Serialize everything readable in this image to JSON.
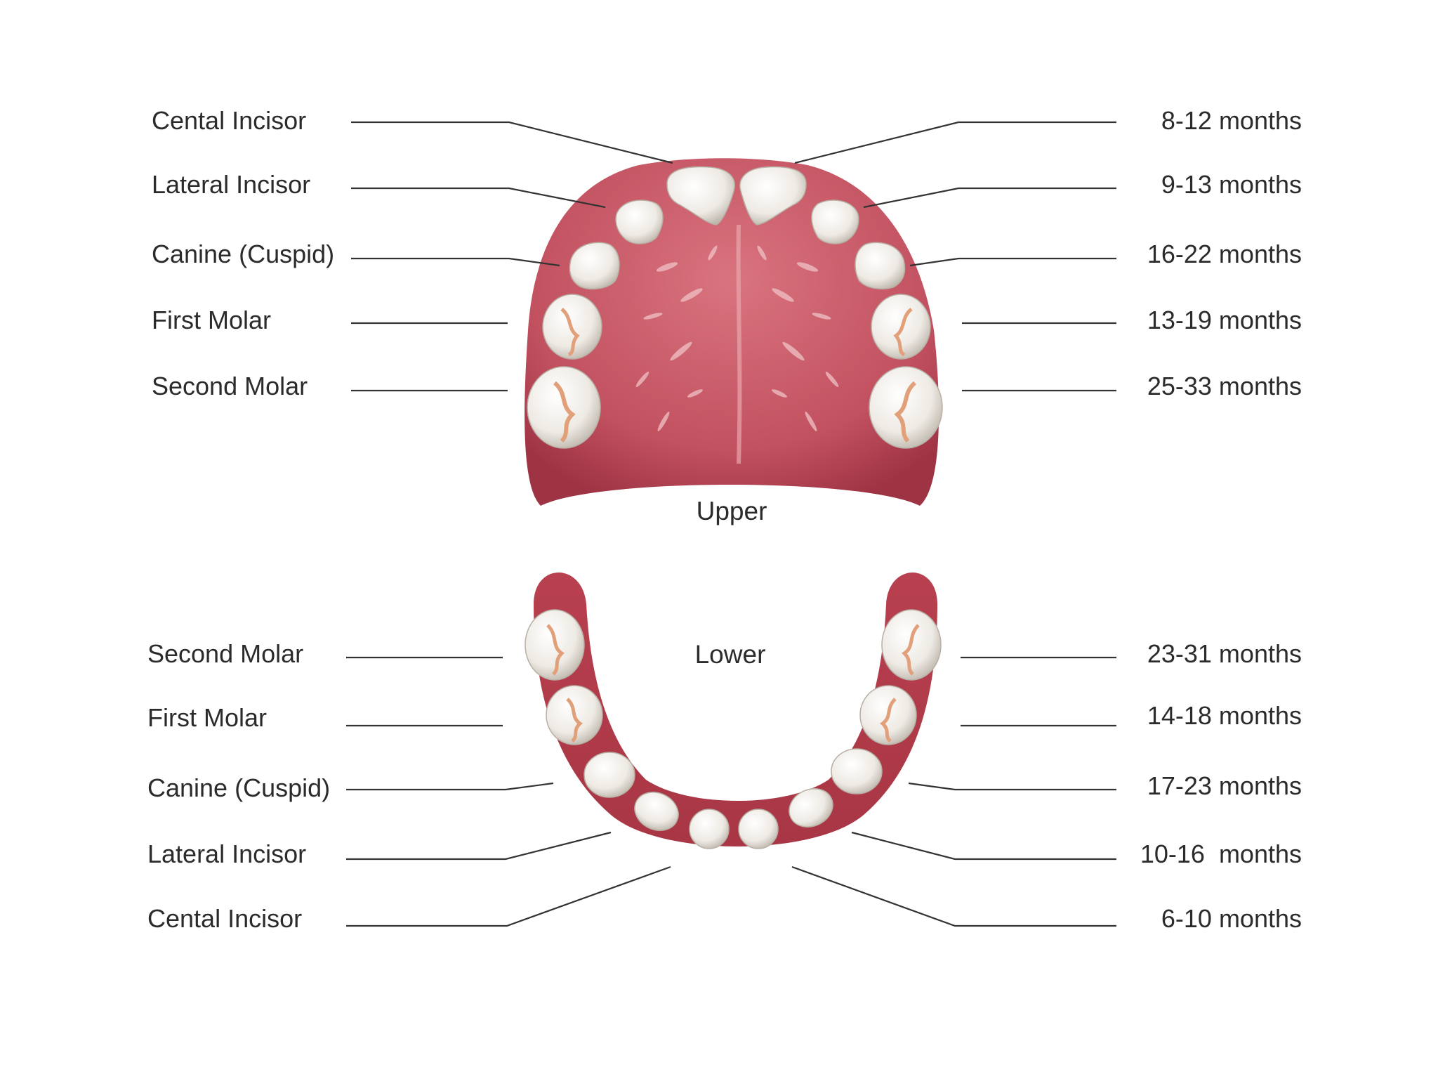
{
  "colors": {
    "gum": "#c25160",
    "gum_dark": "#9e3343",
    "gum_inner": "#d9747f",
    "tooth": "#f4f1ec",
    "tooth_shade": "#c9c3ba",
    "molar_groove": "#e2a07a",
    "line": "#333333",
    "text": "#2b2b2b"
  },
  "upper": {
    "title": "Upper",
    "teeth": [
      {
        "name": "Cental Incisor",
        "eruption": "8-12 months"
      },
      {
        "name": "Lateral Incisor",
        "eruption": "9-13 months"
      },
      {
        "name": "Canine (Cuspid)",
        "eruption": "16-22 months"
      },
      {
        "name": "First Molar",
        "eruption": "13-19 months"
      },
      {
        "name": "Second Molar",
        "eruption": "25-33 months"
      }
    ]
  },
  "lower": {
    "title": "Lower",
    "teeth": [
      {
        "name": "Second Molar",
        "eruption": "23-31 months"
      },
      {
        "name": "First Molar",
        "eruption": "14-18 months"
      },
      {
        "name": "Canine (Cuspid)",
        "eruption": "17-23 months"
      },
      {
        "name": "Lateral Incisor",
        "eruption": "10-16  months"
      },
      {
        "name": "Cental Incisor",
        "eruption": "6-10 months"
      }
    ]
  }
}
